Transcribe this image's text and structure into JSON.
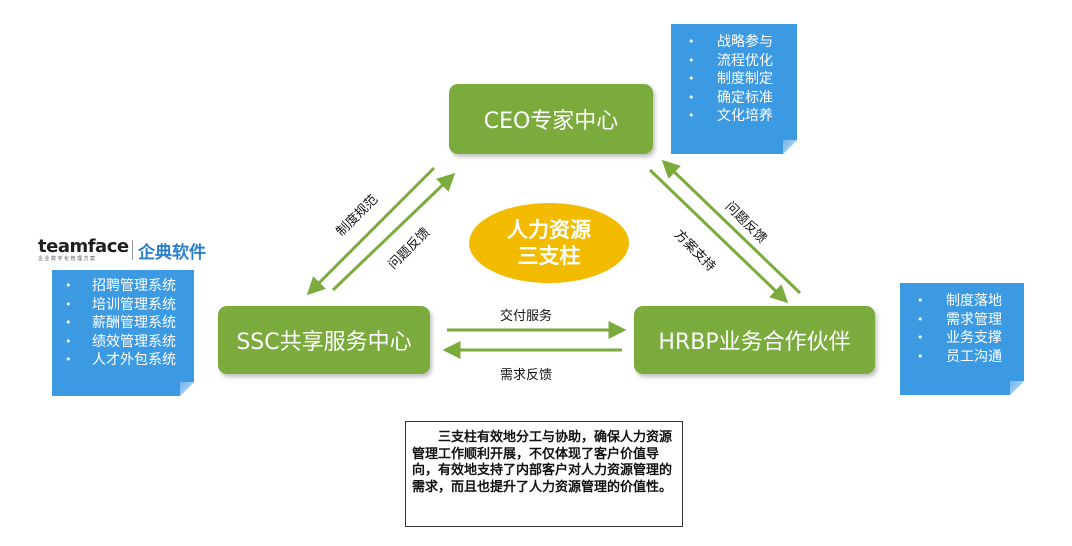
{
  "nodes": {
    "ceo": "CEO专家中心",
    "ssc": "SSC共享服务中心",
    "hrbp": "HRBP业务合作伙伴"
  },
  "center": {
    "line1": "人力资源",
    "line2": "三支柱"
  },
  "notes": {
    "ceo_items": [
      "战略参与",
      "流程优化",
      "制度制定",
      "确定标准",
      "文化培养"
    ],
    "ssc_items": [
      "招聘管理系统",
      "培训管理系统",
      "薪酬管理系统",
      "绩效管理系统",
      "人才外包系统"
    ],
    "hrbp_items": [
      "制度落地",
      "需求管理",
      "业务支撑",
      "员工沟通"
    ],
    "bullet": "•"
  },
  "edges": {
    "ceo_to_ssc": "制度规范",
    "ssc_to_ceo": "问题反馈",
    "hrbp_to_ceo": "问题反馈",
    "ceo_to_hrbp": "方案支持",
    "ssc_to_hrbp": "交付服务",
    "hrbp_to_ssc": "需求反馈"
  },
  "logo": {
    "word": "teamface",
    "tagline": "企业数字化管理方案",
    "cn": "企典软件"
  },
  "summary": "三支柱有效地分工与协助，确保人力资源管理工作顺利开展，不仅体现了客户价值导向，有效地支持了内部客户对人力资源管理的需求，而且也提升了人力资源管理的价值性。",
  "colors": {
    "node": "#7aab3c",
    "note": "#3c9ae3",
    "center": "#f2bb00",
    "arrow": "#7aab3c"
  }
}
